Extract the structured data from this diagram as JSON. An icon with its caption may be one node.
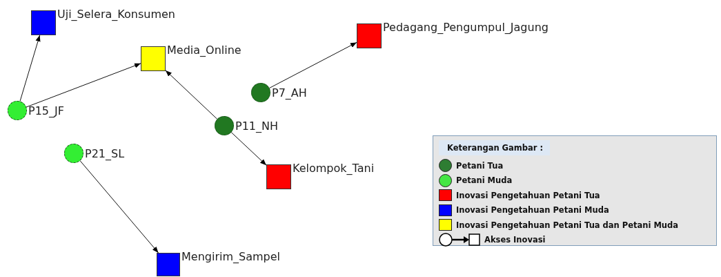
{
  "diagram": {
    "nodes": [
      {
        "text": [
          "Uji_Selera_Konsumen"
        ]
      },
      {
        "text": [
          "Media_Online"
        ]
      },
      {
        "text": [
          "Pedagang_Pengumpul_Jagung"
        ]
      },
      {
        "text": [
          "P7_AH"
        ]
      },
      {
        "text": [
          "P15_JF"
        ]
      },
      {
        "text": [
          "P11_NH"
        ]
      },
      {
        "text": [
          "P21_SL"
        ]
      },
      {
        "text": [
          "Kelompok_Tani"
        ]
      },
      {
        "text": [
          "Mengirim_Sampel"
        ]
      }
    ],
    "edges": [
      {
        "from": 4,
        "to": 0,
        "arrow": "to"
      },
      {
        "from": 4,
        "to": 1,
        "arrow": "to"
      },
      {
        "from": 5,
        "to": 1,
        "arrow": "to"
      },
      {
        "from": 5,
        "to": 7,
        "arrow": "to"
      },
      {
        "from": 3,
        "to": 2,
        "arrow": "to"
      },
      {
        "from": 6,
        "to": 8,
        "arrow": "to"
      }
    ],
    "labels": [
      "Keterangan Gambar :"
    ],
    "legend": [
      {
        "text": "Petani Tua",
        "color": "#2e7d32"
      },
      {
        "text": "Petani Muda",
        "color": "#44e644"
      },
      {
        "text": "Inovasi Pengetahuan Petani Tua",
        "color": "#ff0000"
      },
      {
        "text": "Inovasi Pengetahuan Petani Muda",
        "color": "#0000ff"
      },
      {
        "text": "Inovasi Pengetahuan Petani Tua dan Petani Muda",
        "color": "#ffff00"
      },
      {
        "text": "Akses Inovasi"
      }
    ]
  }
}
